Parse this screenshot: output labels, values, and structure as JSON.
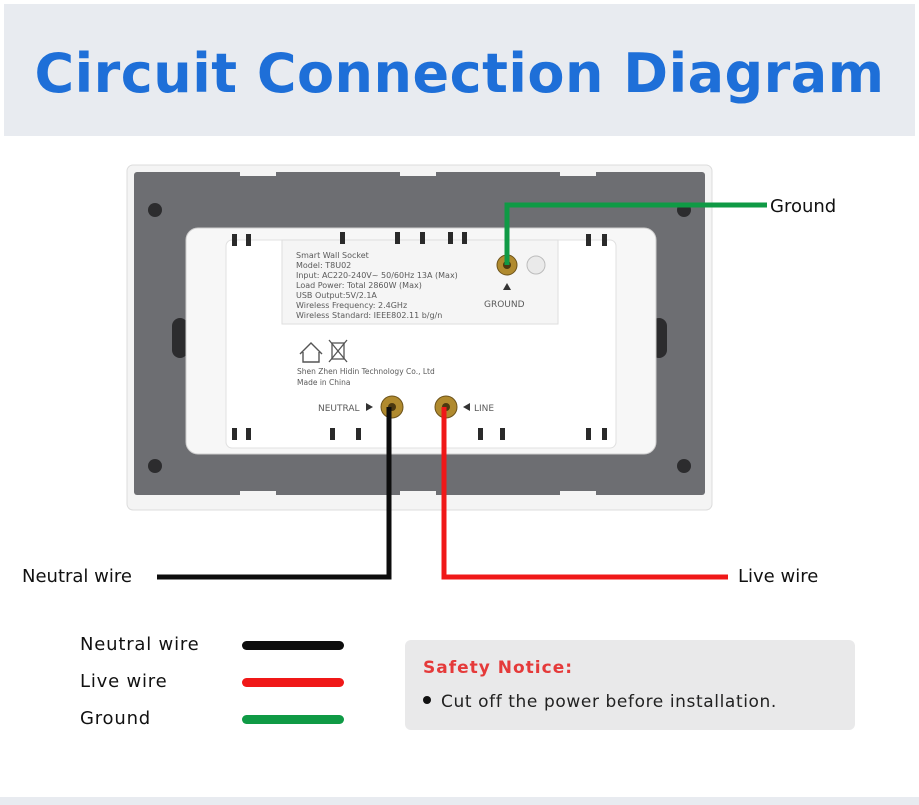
{
  "title": "Circuit Connection Diagram",
  "callouts": {
    "ground": "Ground",
    "neutral": "Neutral wire",
    "live": "Live wire"
  },
  "device": {
    "label_lines": [
      "Smart Wall Socket",
      "Model: T8U02",
      "Input: AC220-240V~  50/60Hz   13A (Max)",
      "Load Power:  Total 2860W (Max)",
      "USB Output:5V/2.1A",
      "Wireless Frequency: 2.4GHz",
      "Wireless Standard: IEEE802.11 b/g/n"
    ],
    "manufacturer": "Shen Zhen Hidin Technology Co., Ltd",
    "origin": "Made in China",
    "terminal_ground": "GROUND",
    "terminal_neutral": "NEUTRAL",
    "terminal_line": "LINE"
  },
  "legend": [
    {
      "label": "Neutral wire",
      "color": "#0d0d0d"
    },
    {
      "label": "Live wire",
      "color": "#f01818"
    },
    {
      "label": "Ground",
      "color": "#0f9a45"
    }
  ],
  "safety": {
    "title": "Safety Notice:",
    "items": [
      "Cut off the power before installation."
    ]
  },
  "colors": {
    "title_blue": "#1e6fd8",
    "neutral": "#0d0d0d",
    "live": "#f01818",
    "ground": "#0f9a45",
    "notice_red": "#e53a3a"
  }
}
